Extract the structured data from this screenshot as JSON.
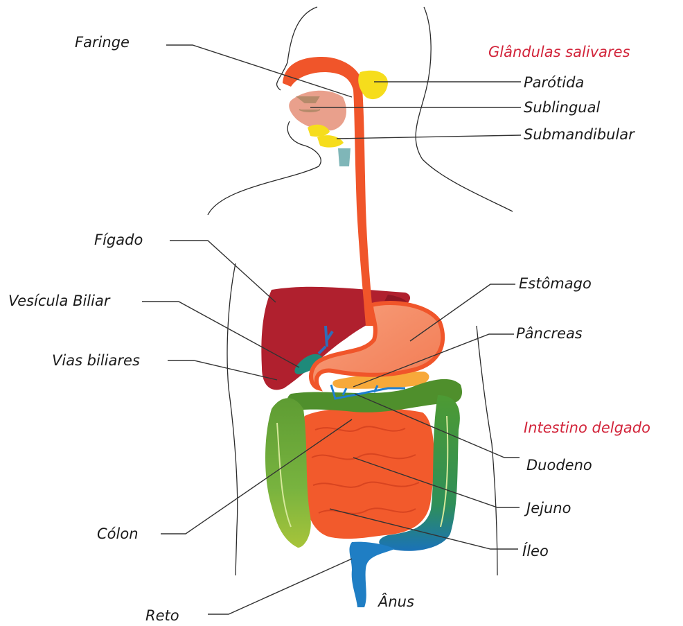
{
  "labels": {
    "faringe": "Faringe",
    "glandulas_salivares": "Glândulas salivares",
    "parotida": "Parótida",
    "sublingual": "Sublingual",
    "submandibular": "Submandibular",
    "figado": "Fígado",
    "vesicula_biliar": "Vesícula Biliar",
    "vias_biliares": "Vias biliares",
    "estomago": "Estômago",
    "pancreas": "Pâncreas",
    "intestino_delgado": "Intestino delgado",
    "duodeno": "Duodeno",
    "jejuno": "Jejuno",
    "ileo": "Íleo",
    "colon": "Cólon",
    "reto": "Reto",
    "anus": "Ânus"
  },
  "colors": {
    "group_heading": "#d2243a",
    "esophagus": "#f0552a",
    "liver": "#b0202e",
    "stomach": "#f58a63",
    "small_intestine": "#f25a2c",
    "colon": "#6aa83a",
    "rectum": "#1f7ec4",
    "salivary_gland": "#f6dd1c",
    "bile_duct": "#1e7fd0"
  }
}
